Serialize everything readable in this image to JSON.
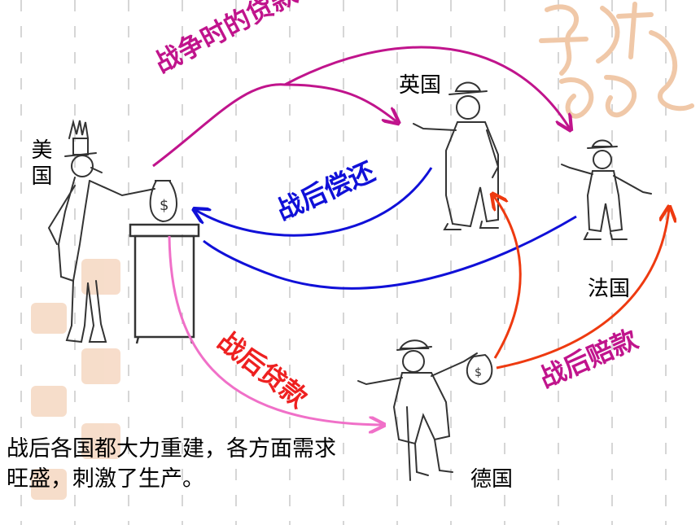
{
  "countries": {
    "usa": "美国",
    "uk": "英国",
    "france": "法国",
    "germany": "德国"
  },
  "flows": {
    "war_loans": {
      "label": "战争时的贷款",
      "color": "#c0148c"
    },
    "postwar_repayment": {
      "label": "战后偿还",
      "color": "#1010d8"
    },
    "postwar_loans": {
      "label": "战后贷款",
      "color": "#ee2020",
      "line_color": "#f070c8"
    },
    "postwar_reparations": {
      "label": "战后赔款",
      "color": "#c0148c",
      "line_color": "#ee3a10"
    }
  },
  "caption": {
    "line1": "战后各国都大力重建，各方面需求",
    "line2": "旺盛，刺激了生产。"
  },
  "colors": {
    "grid": "#c8c8c8",
    "watermark": "#f0c8a8",
    "figure": "#333333"
  }
}
